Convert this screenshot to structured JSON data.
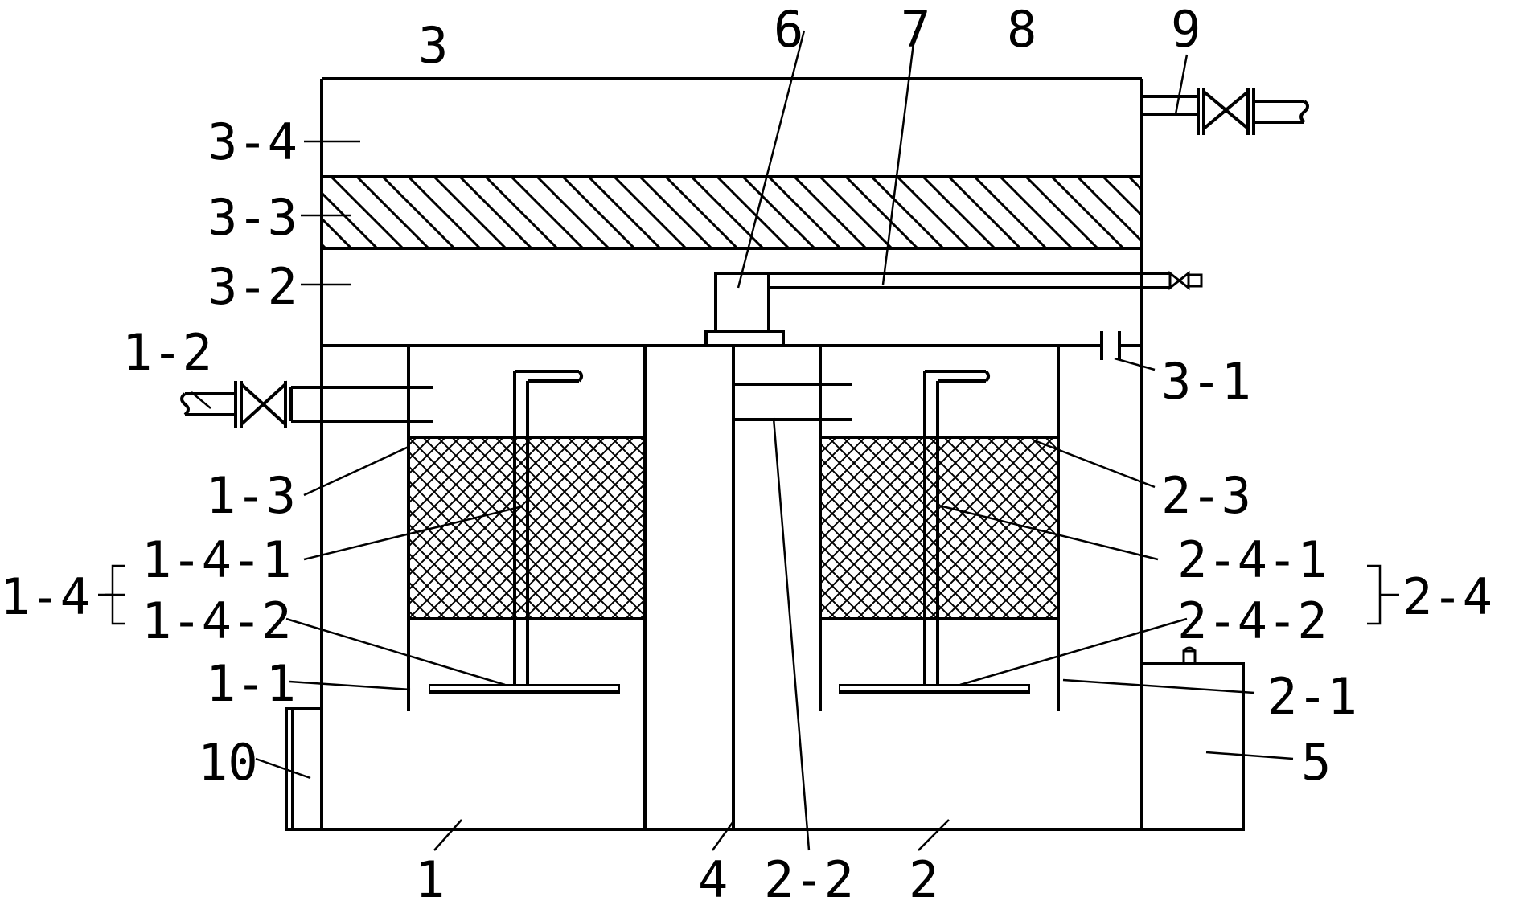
{
  "labels": {
    "l_3": "3",
    "l_6": "6",
    "l_7": "7",
    "l_8": "8",
    "l_9": "9",
    "l_3_4": "3-4",
    "l_3_3": "3-3",
    "l_3_2": "3-2",
    "l_1_2": "1-2",
    "l_3_1": "3-1",
    "l_1_3": "1-3",
    "l_2_3": "2-3",
    "l_1_4": "1-4",
    "l_1_4_1": "1-4-1",
    "l_1_4_2": "1-4-2",
    "l_2_4": "2-4",
    "l_2_4_1": "2-4-1",
    "l_2_4_2": "2-4-2",
    "l_1_1": "1-1",
    "l_2_1": "2-1",
    "l_10": "10",
    "l_5": "5",
    "l_1": "1",
    "l_4": "4",
    "l_2_2": "2-2",
    "l_2": "2"
  }
}
